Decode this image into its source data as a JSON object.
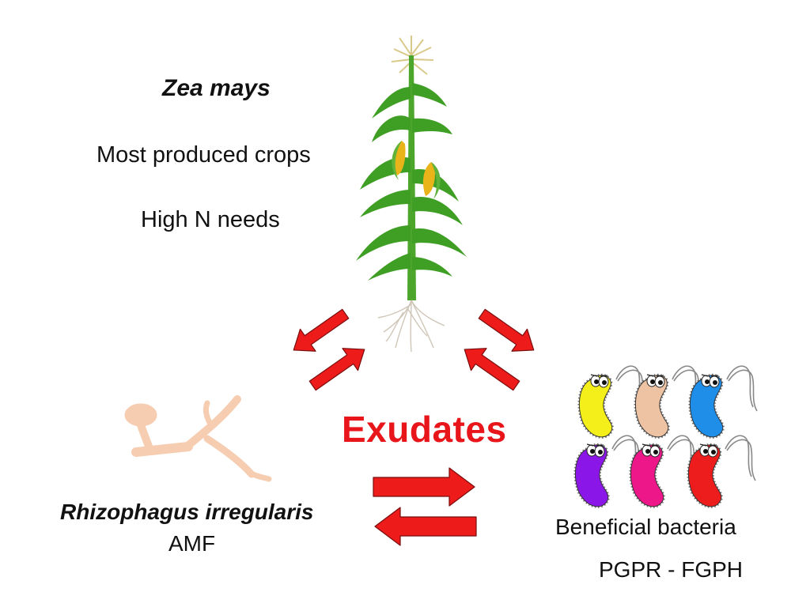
{
  "plant": {
    "species": "Zea mays",
    "line1": "Most produced crops",
    "line2": "High N needs"
  },
  "center": {
    "label": "Exudates"
  },
  "fungus": {
    "species": "Rhizophagus irregularis",
    "abbreviation": "AMF"
  },
  "bacteria": {
    "label": "Beneficial bacteria",
    "abbreviation": "PGPR - FGPH",
    "colors": [
      "#f4ef1a",
      "#eec3a3",
      "#1f8ee8",
      "#8a16e8",
      "#ee1789",
      "#ee1d1d"
    ]
  },
  "colors": {
    "arrow": "#ee1b1b",
    "exudates_text": "#e8151b",
    "leaf": "#3f9e24",
    "hyphae": "#f6cdb1"
  },
  "icons": [
    "maize-plant-icon",
    "fungal-hyphae-icon",
    "bacterium-icon",
    "double-arrow-icon"
  ]
}
